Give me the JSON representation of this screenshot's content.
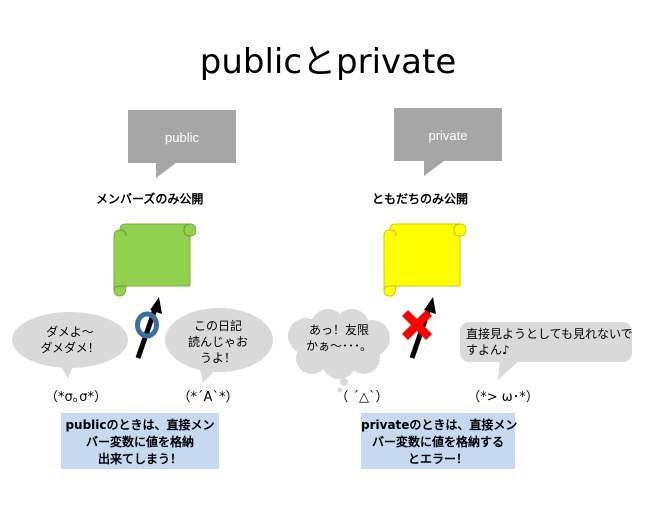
{
  "title": "publicとprivate",
  "public": {
    "callout_label": "public",
    "heading": "メンバーズのみ公開",
    "scroll_color": "#92d050",
    "bubble_left_lines": [
      "ダメよ～",
      "ダメダメ！"
    ],
    "bubble_right_lines": [
      "この日記",
      "読んじゃお",
      "うよ！"
    ],
    "face_left": "（*σ｡σ*）",
    "face_right": "（*´A`*）",
    "note_lines": [
      "publicのときは、直接メン",
      "バー変数に値を格納",
      "出来てしまう！"
    ],
    "mark_color": "#3a6ea5"
  },
  "private": {
    "callout_label": "private",
    "heading": "ともだちのみ公開",
    "scroll_color": "#ffff00",
    "bubble_left_lines": [
      "あっ！友限",
      "かぁ～･･･。"
    ],
    "bubble_right_lines": [
      "直接見ようとしても見れないで",
      "すよん♪"
    ],
    "face_left": "（ ´△`）",
    "face_right": "（*> ω･*）",
    "note_lines": [
      "privateのときは、直接メン",
      "バー変数に値を格納する",
      "とエラー！"
    ],
    "mark_color": "#ff0000"
  },
  "colors": {
    "callout_gray": "#a6a6a6",
    "bubble_gray": "#d9d9d9",
    "note_blue": "#c6d9f1"
  }
}
